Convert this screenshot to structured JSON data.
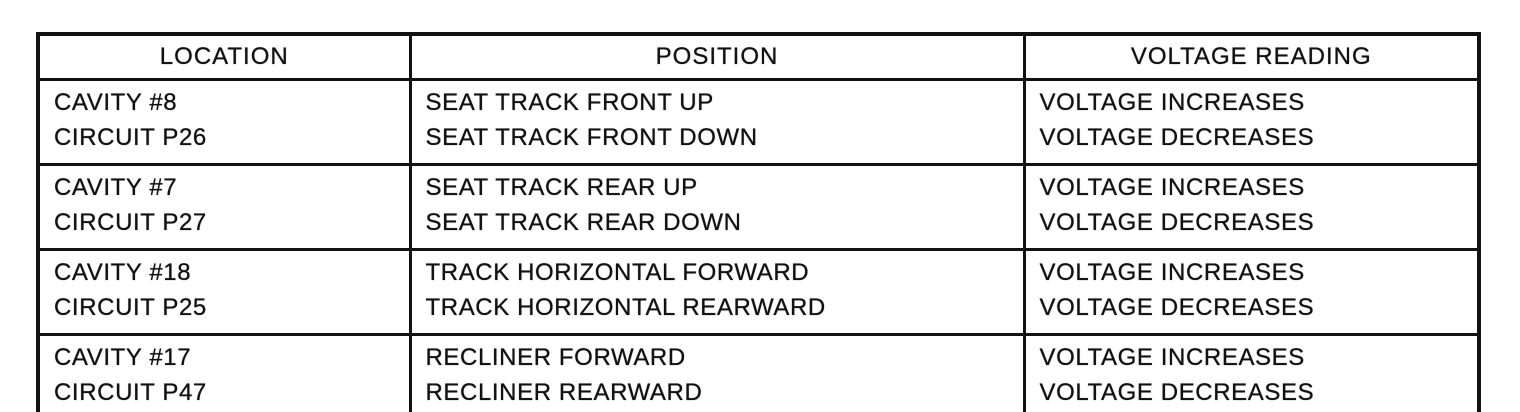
{
  "table": {
    "headers": [
      "LOCATION",
      "POSITION",
      "VOLTAGE READING"
    ],
    "rows": [
      {
        "location": [
          "CAVITY #8",
          "CIRCUIT P26"
        ],
        "position": [
          "SEAT TRACK FRONT UP",
          "SEAT TRACK FRONT DOWN"
        ],
        "voltage": [
          "VOLTAGE INCREASES",
          "VOLTAGE DECREASES"
        ]
      },
      {
        "location": [
          "CAVITY #7",
          "CIRCUIT P27"
        ],
        "position": [
          "SEAT TRACK REAR UP",
          "SEAT TRACK REAR DOWN"
        ],
        "voltage": [
          "VOLTAGE INCREASES",
          "VOLTAGE DECREASES"
        ]
      },
      {
        "location": [
          "CAVITY #18",
          "CIRCUIT P25"
        ],
        "position": [
          "TRACK HORIZONTAL FORWARD",
          "TRACK HORIZONTAL REARWARD"
        ],
        "voltage": [
          "VOLTAGE INCREASES",
          "VOLTAGE DECREASES"
        ]
      },
      {
        "location": [
          "CAVITY #17",
          "CIRCUIT P47"
        ],
        "position": [
          "RECLINER FORWARD",
          "RECLINER REARWARD"
        ],
        "voltage": [
          "VOLTAGE INCREASES",
          "VOLTAGE DECREASES"
        ]
      }
    ]
  }
}
